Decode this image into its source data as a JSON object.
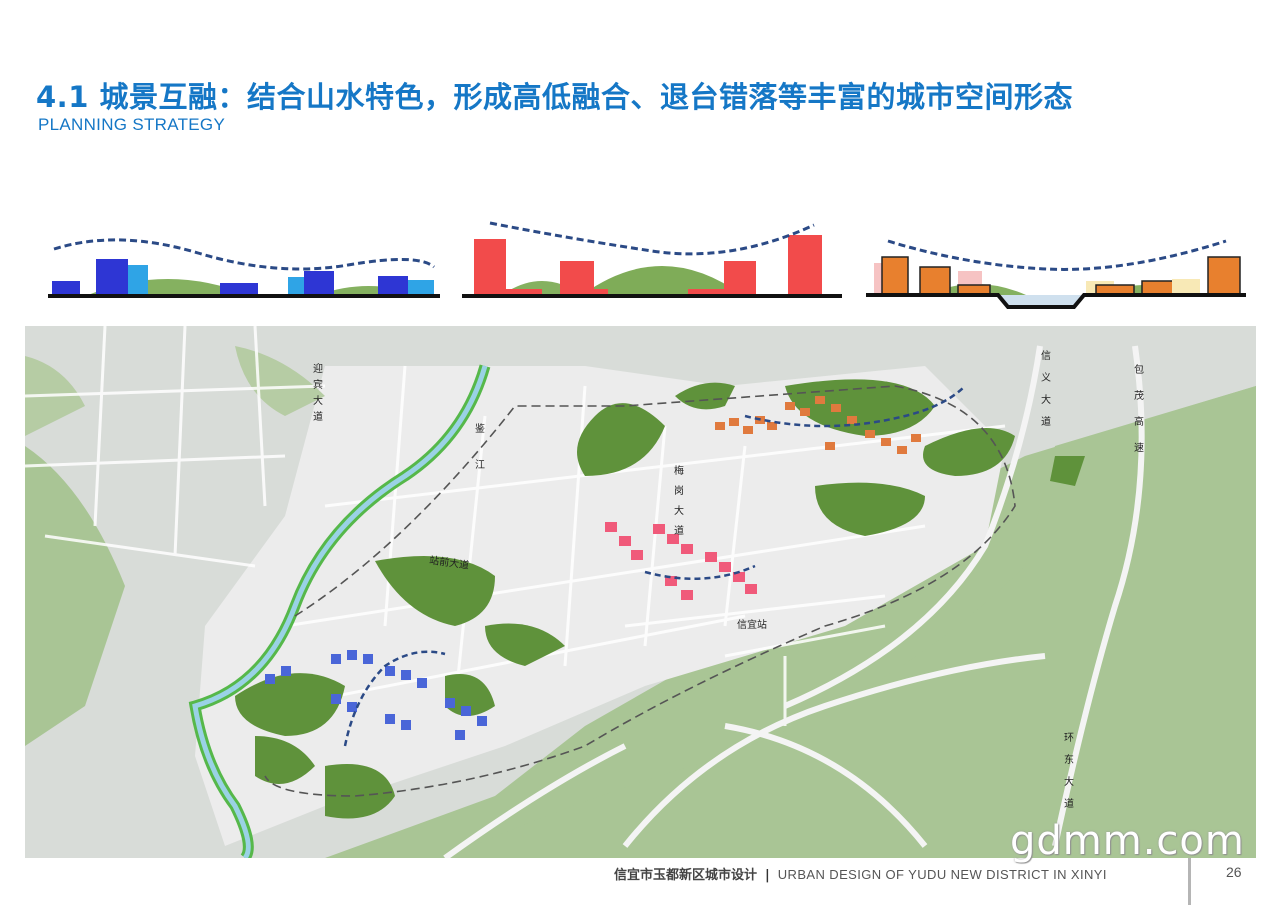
{
  "header": {
    "title": "4.1 城景互融：结合山水特色，形成高低融合、退台错落等丰富的城市空间形态",
    "subtitle": "PLANNING STRATEGY"
  },
  "map_labels": {
    "yingbin": "迎宾大道",
    "jian": "鉴江",
    "meigang": "梅岗大道",
    "zhanqian": "站前大道",
    "xinyi_station": "信宜站",
    "xinyi_ave": "信义大道",
    "baomao": "包茂高速",
    "huandong": "环东大道"
  },
  "footer": {
    "cn": "信宜市玉都新区城市设计",
    "sep": "|",
    "en": "URBAN DESIGN OF YUDU NEW DISTRICT IN XINYI",
    "page": "26"
  },
  "watermark": "gdmm.com",
  "colors": {
    "title": "#1577c6",
    "blue_building": "#2e36d4",
    "light_blue_building": "#2fa4e6",
    "red_building": "#f24b4b",
    "orange_building": "#e8802e",
    "hill": "#78a84f",
    "dashed_curve": "#2b4a86"
  }
}
